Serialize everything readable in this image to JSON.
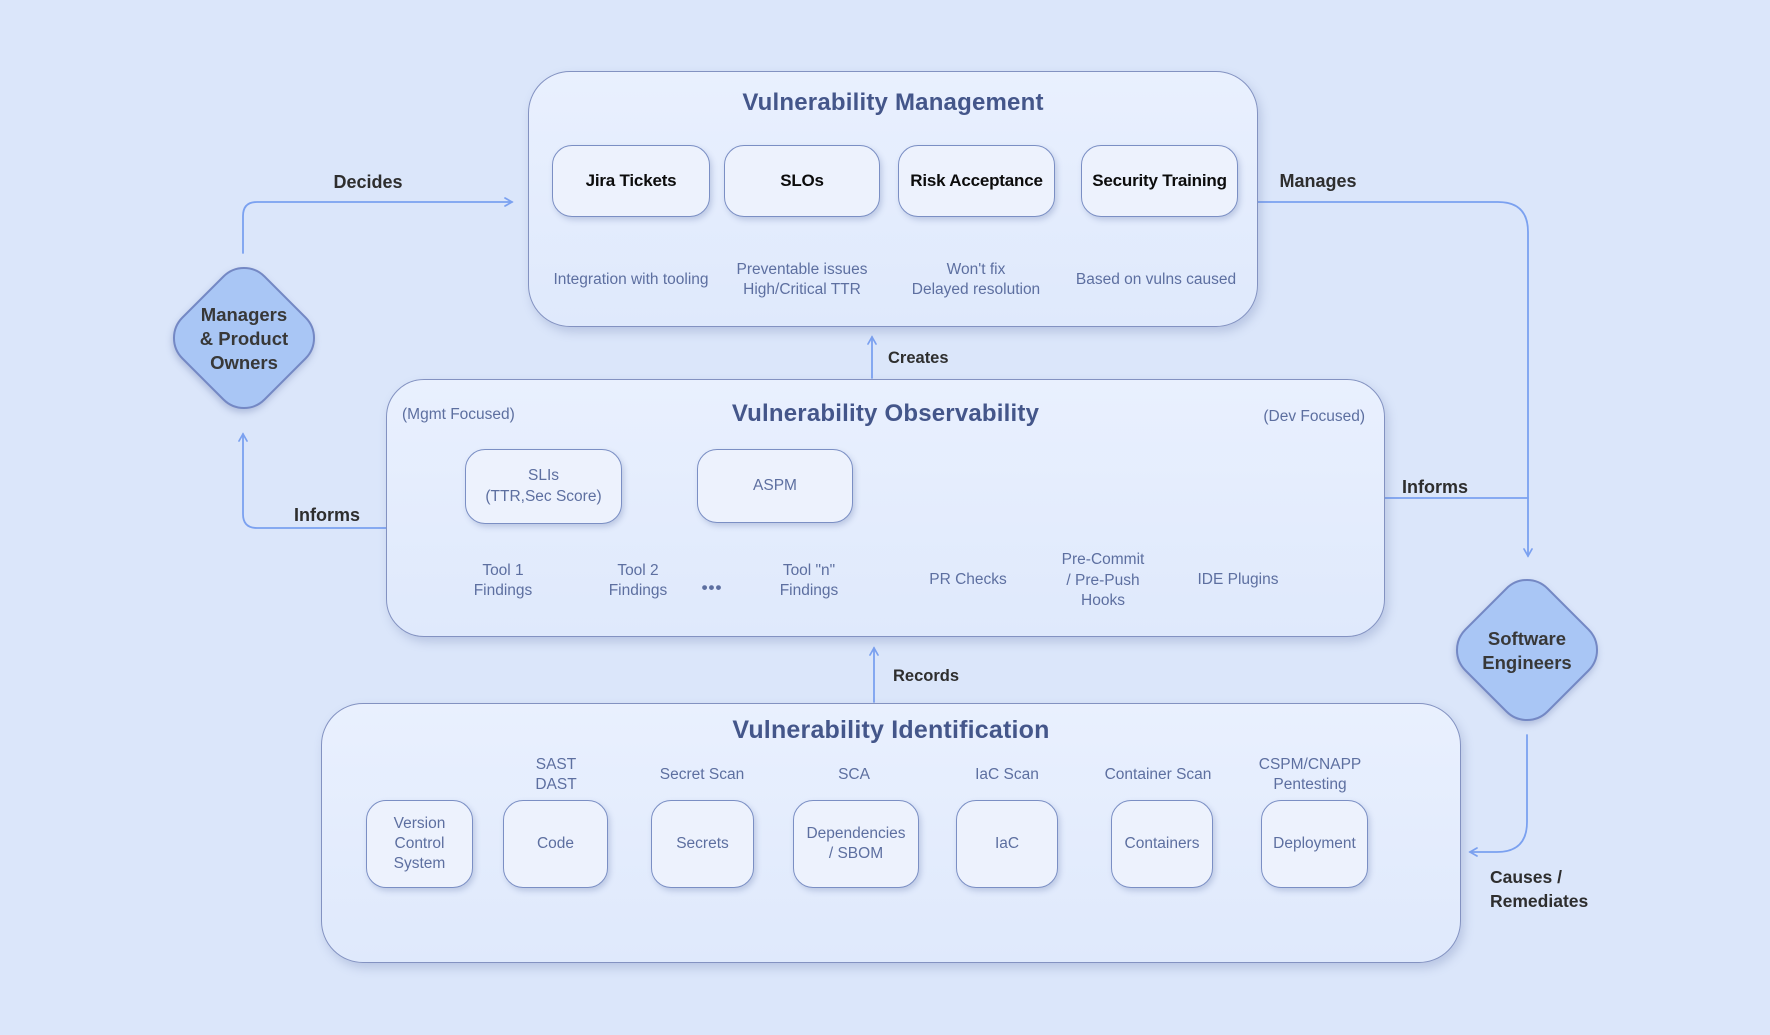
{
  "management": {
    "title": "Vulnerability Management",
    "items": [
      {
        "label": "Jira Tickets",
        "note": "Integration with tooling"
      },
      {
        "label": "SLOs",
        "note": "Preventable issues\nHigh/Critical TTR"
      },
      {
        "label": "Risk Acceptance",
        "note": "Won't fix\nDelayed resolution"
      },
      {
        "label": "Security Training",
        "note": "Based on vulns caused"
      }
    ]
  },
  "observability": {
    "title": "Vulnerability Observability",
    "mgmt_focused": "(Mgmt Focused)",
    "dev_focused": "(Dev Focused)",
    "slis": "SLIs\n(TTR,Sec Score)",
    "aspm": "ASPM",
    "tools": [
      "Tool 1\nFindings",
      "Tool 2\nFindings",
      "Tool \"n\"\nFindings"
    ],
    "ellipsis": "•••",
    "dev_items": [
      "PR Checks",
      "Pre-Commit\n/ Pre-Push\nHooks",
      "IDE Plugins"
    ]
  },
  "identification": {
    "title": "Vulnerability Identification",
    "items": [
      {
        "scan": "",
        "target": "Version\nControl\nSystem"
      },
      {
        "scan": "SAST\nDAST",
        "target": "Code"
      },
      {
        "scan": "Secret Scan",
        "target": "Secrets"
      },
      {
        "scan": "SCA",
        "target": "Dependencies\n/ SBOM"
      },
      {
        "scan": "IaC Scan",
        "target": "IaC"
      },
      {
        "scan": "Container Scan",
        "target": "Containers"
      },
      {
        "scan": "CSPM/CNAPP\nPentesting",
        "target": "Deployment"
      }
    ]
  },
  "actors": {
    "managers": "Managers\n& Product\nOwners",
    "engineers": "Software\nEngineers"
  },
  "edges": {
    "decides": "Decides",
    "manages": "Manages",
    "creates": "Creates",
    "records": "Records",
    "informs_left": "Informs",
    "informs_right": "Informs",
    "causes": "Causes /\nRemediates"
  },
  "colors": {
    "background": "#dbe6fa",
    "panel_border": "#8392c1",
    "card_fill": "#edf2fd",
    "card_border": "#7b8fc4",
    "diamond_fill": "#a9c6f5",
    "diamond_border": "#7488c4",
    "title_text": "#44568a",
    "secondary_text": "#5d6fa0",
    "arrow": "#7ba1f0",
    "label_text": "#2e2e2e",
    "card_text": "#0c0c0c"
  }
}
